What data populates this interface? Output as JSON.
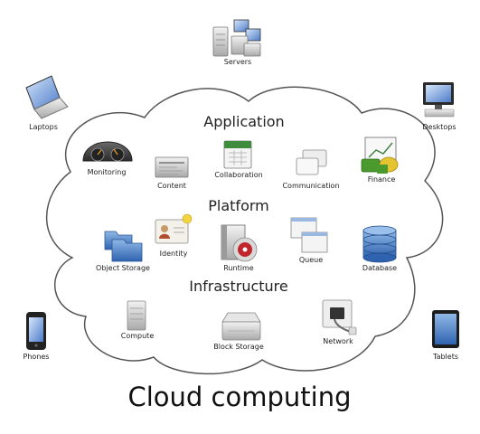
{
  "caption": "Cloud computing",
  "layers": {
    "application": "Application",
    "platform": "Platform",
    "infrastructure": "Infrastructure"
  },
  "outer_devices": {
    "servers": "Servers",
    "laptops": "Laptops",
    "desktops": "Desktops",
    "phones": "Phones",
    "tablets": "Tablets"
  },
  "application_items": {
    "monitoring": "Monitoring",
    "content": "Content",
    "collaboration": "Collaboration",
    "communication": "Communication",
    "finance": "Finance"
  },
  "platform_items": {
    "object_storage": "Object Storage",
    "identity": "Identity",
    "runtime": "Runtime",
    "queue": "Queue",
    "database": "Database"
  },
  "infrastructure_items": {
    "compute": "Compute",
    "block_storage": "Block Storage",
    "network": "Network"
  }
}
